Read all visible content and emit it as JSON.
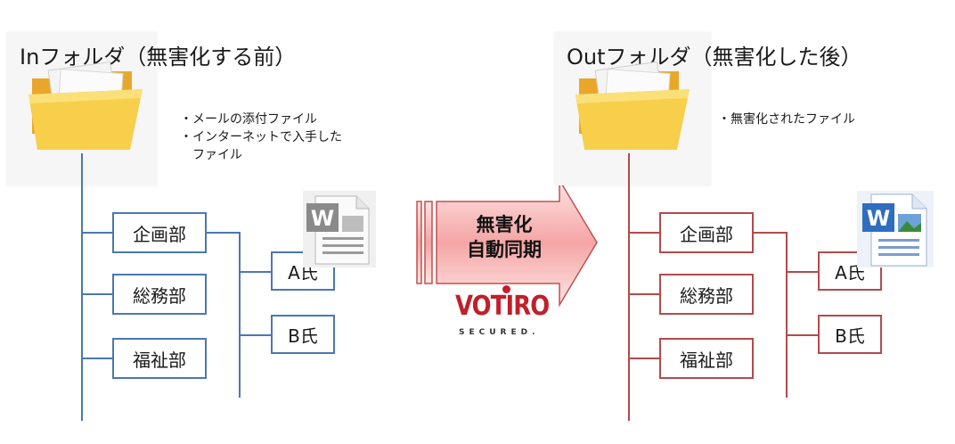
{
  "left": {
    "title": "Inフォルダ（無害化する前）",
    "notes": [
      "・メールの添付ファイル",
      "・インターネットで入手した",
      "　ファイル"
    ],
    "departments": [
      "企画部",
      "総務部",
      "福祉部"
    ],
    "persons": [
      "A氏",
      "B氏"
    ]
  },
  "right": {
    "title": "Outフォルダ（無害化した後）",
    "notes": [
      "・無害化されたファイル"
    ],
    "departments": [
      "企画部",
      "総務部",
      "福祉部"
    ],
    "persons": [
      "A氏",
      "B氏"
    ]
  },
  "arrow": {
    "line1": "無害化",
    "line2": "自動同期"
  },
  "logo": {
    "name": "VOTIRO",
    "tagline": "SECURED."
  },
  "colors": {
    "left_tree": "#4a78b0",
    "right_tree": "#b34a4a",
    "arrow_fill": "#f4a8a8",
    "arrow_border": "#c05050",
    "folder": "#f5c842"
  },
  "icons": [
    "folder-icon",
    "word-document-icon"
  ]
}
